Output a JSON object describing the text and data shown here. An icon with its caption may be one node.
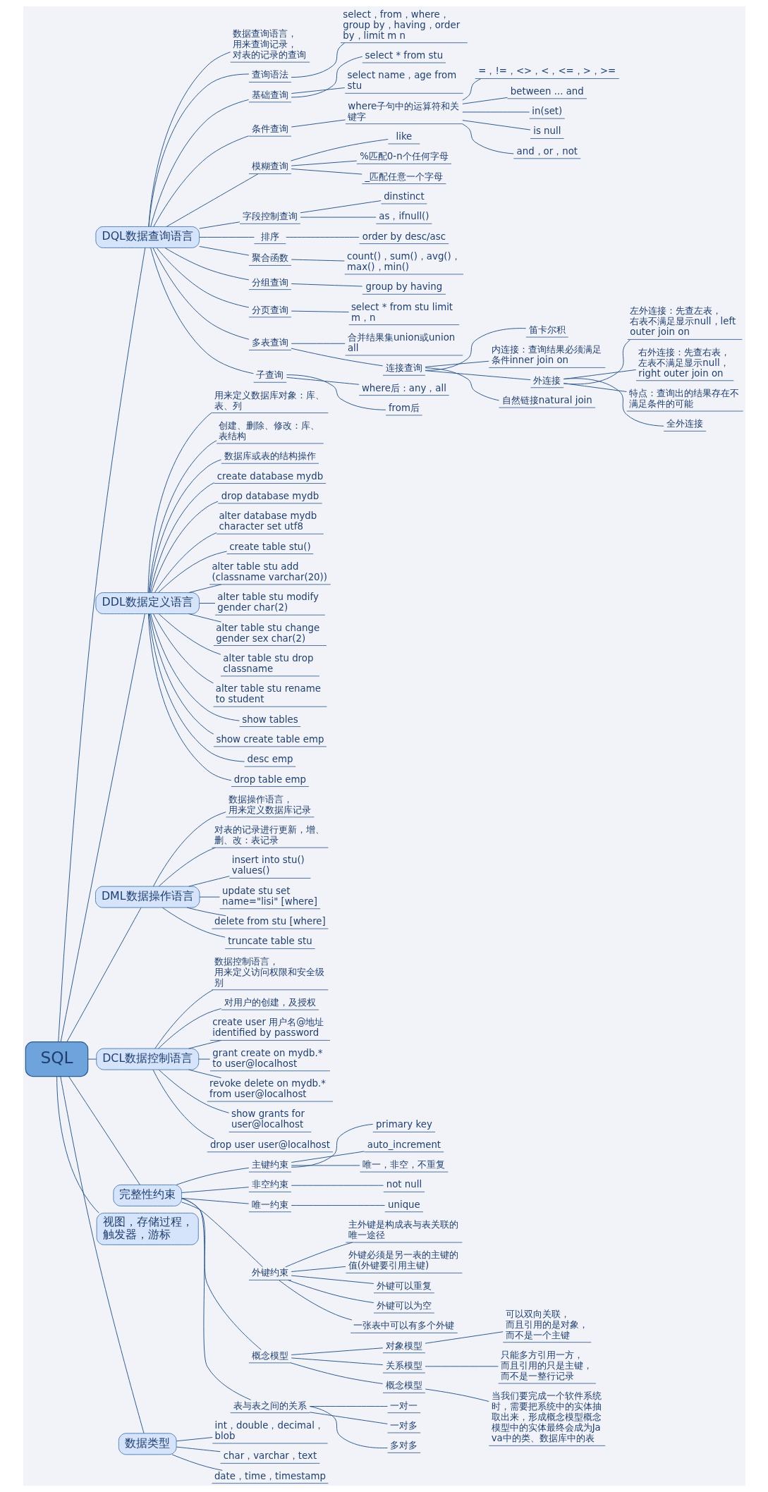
{
  "diagram": {
    "nodes": [
      {
        "text": [
          "SQL"
        ]
      },
      {
        "text": [
          "DQL数据查询语言"
        ]
      },
      {
        "text": [
          "数据查询语言，用来查询记录，对表的记录的查询"
        ]
      },
      {
        "text": [
          "查询语法"
        ]
      },
      {
        "text": [
          "select，from，where，group by，having，order by，limit m n"
        ]
      },
      {
        "text": [
          "基础查询"
        ]
      },
      {
        "text": [
          "select * from stu"
        ]
      },
      {
        "text": [
          "select name，age from stu"
        ]
      },
      {
        "text": [
          "条件查询"
        ]
      },
      {
        "text": [
          "where子句中的运算符和关键字"
        ]
      },
      {
        "text": [
          "=，!=，<>，<，<=，>，>="
        ]
      },
      {
        "text": [
          "between ... and"
        ]
      },
      {
        "text": [
          "in(set)"
        ]
      },
      {
        "text": [
          "is null"
        ]
      },
      {
        "text": [
          "and，or，not"
        ]
      },
      {
        "text": [
          "模糊查询"
        ]
      },
      {
        "text": [
          "like"
        ]
      },
      {
        "text": [
          "%匹配0-n个任何字母"
        ]
      },
      {
        "text": [
          "_匹配任意一个字母"
        ]
      },
      {
        "text": [
          "字段控制查询"
        ]
      },
      {
        "text": [
          "dinstinct"
        ]
      },
      {
        "text": [
          "as，ifnull()"
        ]
      },
      {
        "text": [
          "排序"
        ]
      },
      {
        "text": [
          "order by desc/asc"
        ]
      },
      {
        "text": [
          "聚合函数"
        ]
      },
      {
        "text": [
          "count()，sum()，avg()，max()，min()"
        ]
      },
      {
        "text": [
          "分组查询"
        ]
      },
      {
        "text": [
          "group by having"
        ]
      },
      {
        "text": [
          "分页查询"
        ]
      },
      {
        "text": [
          "select * from stu limit m，n"
        ]
      },
      {
        "text": [
          "多表查询"
        ]
      },
      {
        "text": [
          "合并结果集union或union all"
        ]
      },
      {
        "text": [
          "连接查询"
        ]
      },
      {
        "text": [
          "笛卡尔积"
        ]
      },
      {
        "text": [
          "内连接：查询结果必须满足条件inner join on"
        ]
      },
      {
        "text": [
          "外连接"
        ]
      },
      {
        "text": [
          "左外连接：先查左表，右表不满足显示null，left outer join on"
        ]
      },
      {
        "text": [
          "右外连接：先查右表，左表不满足显示null，right outer join on"
        ]
      },
      {
        "text": [
          "特点：查询出的结果存在不满足条件的可能"
        ]
      },
      {
        "text": [
          "全外连接"
        ]
      },
      {
        "text": [
          "自然链接natural join"
        ]
      },
      {
        "text": [
          "子查询"
        ]
      },
      {
        "text": [
          "where后：any，all"
        ]
      },
      {
        "text": [
          "from后"
        ]
      },
      {
        "text": [
          "DDL数据定义语言"
        ]
      },
      {
        "text": [
          "用来定义数据库对象：库、表、列"
        ]
      },
      {
        "text": [
          "创建、删除、修改：库、表结构"
        ]
      },
      {
        "text": [
          "数据库或表的结构操作"
        ]
      },
      {
        "text": [
          "create database mydb"
        ]
      },
      {
        "text": [
          "drop database mydb"
        ]
      },
      {
        "text": [
          "alter database mydb character set utf8"
        ]
      },
      {
        "text": [
          "create table stu()"
        ]
      },
      {
        "text": [
          "alter table stu add (classname varchar(20))"
        ]
      },
      {
        "text": [
          "alter table stu modify gender char(2)"
        ]
      },
      {
        "text": [
          "alter table stu change gender sex char(2)"
        ]
      },
      {
        "text": [
          "alter table stu drop classname"
        ]
      },
      {
        "text": [
          "alter table stu rename to student"
        ]
      },
      {
        "text": [
          "show tables"
        ]
      },
      {
        "text": [
          "show create table emp"
        ]
      },
      {
        "text": [
          "desc emp"
        ]
      },
      {
        "text": [
          "drop table emp"
        ]
      },
      {
        "text": [
          "DML数据操作语言"
        ]
      },
      {
        "text": [
          "数据操作语言，用来定义数据库记录"
        ]
      },
      {
        "text": [
          "对表的记录进行更新，增、删、改：表记录"
        ]
      },
      {
        "text": [
          "insert into stu() values()"
        ]
      },
      {
        "text": [
          "update stu set name=\"lisi\" [where]"
        ]
      },
      {
        "text": [
          "delete from stu [where]"
        ]
      },
      {
        "text": [
          "truncate table stu"
        ]
      },
      {
        "text": [
          "DCL数据控制语言"
        ]
      },
      {
        "text": [
          "数据控制语言，用来定义访问权限和安全级别"
        ]
      },
      {
        "text": [
          "对用户的创建，及授权"
        ]
      },
      {
        "text": [
          "create user 用户名@地址 identified by password"
        ]
      },
      {
        "text": [
          "grant create on mydb.* to user@localhost"
        ]
      },
      {
        "text": [
          "revoke delete on mydb.* from user@localhost"
        ]
      },
      {
        "text": [
          "show grants for user@localhost"
        ]
      },
      {
        "text": [
          "drop user user@localhost"
        ]
      },
      {
        "text": [
          "完整性约束"
        ]
      },
      {
        "text": [
          "主键约束"
        ]
      },
      {
        "text": [
          "primary key"
        ]
      },
      {
        "text": [
          "auto_increment"
        ]
      },
      {
        "text": [
          "唯一，非空，不重复"
        ]
      },
      {
        "text": [
          "非空约束"
        ]
      },
      {
        "text": [
          "not null"
        ]
      },
      {
        "text": [
          "唯一约束"
        ]
      },
      {
        "text": [
          "unique"
        ]
      },
      {
        "text": [
          "外键约束"
        ]
      },
      {
        "text": [
          "主外键是构成表与表关联的唯一途径"
        ]
      },
      {
        "text": [
          "外键必须是另一表的主键的值(外键要引用主键)"
        ]
      },
      {
        "text": [
          "外键可以重复"
        ]
      },
      {
        "text": [
          "外键可以为空"
        ]
      },
      {
        "text": [
          "一张表中可以有多个外键"
        ]
      },
      {
        "text": [
          "概念模型"
        ]
      },
      {
        "text": [
          "对象模型"
        ]
      },
      {
        "text": [
          "可以双向关联，而且引用的是对象，而不是一个主键"
        ]
      },
      {
        "text": [
          "关系模型"
        ]
      },
      {
        "text": [
          "只能多方引用一方，而且引用的只是主键，而不是一整行记录"
        ]
      },
      {
        "text": [
          "概念模型"
        ]
      },
      {
        "text": [
          "当我们要完成一个软件系统时，需要把系统中的实体抽取出来，形成概念模型概念模型中的实体最终会成为Java中的类、数据库中的表"
        ]
      },
      {
        "text": [
          "表与表之间的关系"
        ]
      },
      {
        "text": [
          "一对一"
        ]
      },
      {
        "text": [
          "一对多"
        ]
      },
      {
        "text": [
          "多对多"
        ]
      },
      {
        "text": [
          "视图，存储过程，触发器，游标"
        ]
      },
      {
        "text": [
          "数据类型"
        ]
      },
      {
        "text": [
          "int，double，decimal，blob"
        ]
      },
      {
        "text": [
          "char，varchar，text"
        ]
      },
      {
        "text": [
          "date，time，timestamp"
        ]
      }
    ],
    "edges": [
      {
        "from": 0,
        "to": 1,
        "arrow": "none"
      },
      {
        "from": 1,
        "to": 2,
        "arrow": "none"
      },
      {
        "from": 1,
        "to": 3,
        "arrow": "none"
      },
      {
        "from": 3,
        "to": 4,
        "arrow": "none"
      },
      {
        "from": 1,
        "to": 5,
        "arrow": "none"
      },
      {
        "from": 5,
        "to": 6,
        "arrow": "none"
      },
      {
        "from": 5,
        "to": 7,
        "arrow": "none"
      },
      {
        "from": 1,
        "to": 8,
        "arrow": "none"
      },
      {
        "from": 8,
        "to": 9,
        "arrow": "none"
      },
      {
        "from": 9,
        "to": 10,
        "arrow": "none"
      },
      {
        "from": 9,
        "to": 11,
        "arrow": "none"
      },
      {
        "from": 9,
        "to": 12,
        "arrow": "none"
      },
      {
        "from": 9,
        "to": 13,
        "arrow": "none"
      },
      {
        "from": 9,
        "to": 14,
        "arrow": "none"
      },
      {
        "from": 1,
        "to": 15,
        "arrow": "none"
      },
      {
        "from": 15,
        "to": 16,
        "arrow": "none"
      },
      {
        "from": 15,
        "to": 17,
        "arrow": "none"
      },
      {
        "from": 15,
        "to": 18,
        "arrow": "none"
      },
      {
        "from": 1,
        "to": 19,
        "arrow": "none"
      },
      {
        "from": 19,
        "to": 20,
        "arrow": "none"
      },
      {
        "from": 19,
        "to": 21,
        "arrow": "none"
      },
      {
        "from": 1,
        "to": 22,
        "arrow": "none"
      },
      {
        "from": 22,
        "to": 23,
        "arrow": "none"
      },
      {
        "from": 1,
        "to": 24,
        "arrow": "none"
      },
      {
        "from": 24,
        "to": 25,
        "arrow": "none"
      },
      {
        "from": 1,
        "to": 26,
        "arrow": "none"
      },
      {
        "from": 26,
        "to": 27,
        "arrow": "none"
      },
      {
        "from": 1,
        "to": 28,
        "arrow": "none"
      },
      {
        "from": 28,
        "to": 29,
        "arrow": "none"
      },
      {
        "from": 1,
        "to": 30,
        "arrow": "none"
      },
      {
        "from": 30,
        "to": 31,
        "arrow": "none"
      },
      {
        "from": 30,
        "to": 32,
        "arrow": "none"
      },
      {
        "from": 32,
        "to": 33,
        "arrow": "none"
      },
      {
        "from": 32,
        "to": 34,
        "arrow": "none"
      },
      {
        "from": 32,
        "to": 35,
        "arrow": "none"
      },
      {
        "from": 35,
        "to": 36,
        "arrow": "none"
      },
      {
        "from": 35,
        "to": 37,
        "arrow": "none"
      },
      {
        "from": 35,
        "to": 38,
        "arrow": "none"
      },
      {
        "from": 35,
        "to": 39,
        "arrow": "none"
      },
      {
        "from": 32,
        "to": 40,
        "arrow": "none"
      },
      {
        "from": 1,
        "to": 41,
        "arrow": "none"
      },
      {
        "from": 41,
        "to": 42,
        "arrow": "none"
      },
      {
        "from": 41,
        "to": 43,
        "arrow": "none"
      },
      {
        "from": 0,
        "to": 44,
        "arrow": "none"
      },
      {
        "from": 44,
        "to": 45,
        "arrow": "none"
      },
      {
        "from": 44,
        "to": 46,
        "arrow": "none"
      },
      {
        "from": 44,
        "to": 47,
        "arrow": "none"
      },
      {
        "from": 44,
        "to": 48,
        "arrow": "none"
      },
      {
        "from": 44,
        "to": 49,
        "arrow": "none"
      },
      {
        "from": 44,
        "to": 50,
        "arrow": "none"
      },
      {
        "from": 44,
        "to": 51,
        "arrow": "none"
      },
      {
        "from": 44,
        "to": 52,
        "arrow": "none"
      },
      {
        "from": 44,
        "to": 53,
        "arrow": "none"
      },
      {
        "from": 44,
        "to": 54,
        "arrow": "none"
      },
      {
        "from": 44,
        "to": 55,
        "arrow": "none"
      },
      {
        "from": 44,
        "to": 56,
        "arrow": "none"
      },
      {
        "from": 44,
        "to": 57,
        "arrow": "none"
      },
      {
        "from": 44,
        "to": 58,
        "arrow": "none"
      },
      {
        "from": 44,
        "to": 59,
        "arrow": "none"
      },
      {
        "from": 44,
        "to": 60,
        "arrow": "none"
      },
      {
        "from": 0,
        "to": 61,
        "arrow": "none"
      },
      {
        "from": 61,
        "to": 62,
        "arrow": "none"
      },
      {
        "from": 61,
        "to": 63,
        "arrow": "none"
      },
      {
        "from": 61,
        "to": 64,
        "arrow": "none"
      },
      {
        "from": 61,
        "to": 65,
        "arrow": "none"
      },
      {
        "from": 61,
        "to": 66,
        "arrow": "none"
      },
      {
        "from": 61,
        "to": 67,
        "arrow": "none"
      },
      {
        "from": 0,
        "to": 68,
        "arrow": "none"
      },
      {
        "from": 68,
        "to": 69,
        "arrow": "none"
      },
      {
        "from": 68,
        "to": 70,
        "arrow": "none"
      },
      {
        "from": 68,
        "to": 71,
        "arrow": "none"
      },
      {
        "from": 68,
        "to": 72,
        "arrow": "none"
      },
      {
        "from": 68,
        "to": 73,
        "arrow": "none"
      },
      {
        "from": 68,
        "to": 74,
        "arrow": "none"
      },
      {
        "from": 68,
        "to": 75,
        "arrow": "none"
      },
      {
        "from": 0,
        "to": 76,
        "arrow": "none"
      },
      {
        "from": 76,
        "to": 77,
        "arrow": "none"
      },
      {
        "from": 77,
        "to": 78,
        "arrow": "none"
      },
      {
        "from": 77,
        "to": 79,
        "arrow": "none"
      },
      {
        "from": 77,
        "to": 80,
        "arrow": "none"
      },
      {
        "from": 76,
        "to": 81,
        "arrow": "none"
      },
      {
        "from": 81,
        "to": 82,
        "arrow": "none"
      },
      {
        "from": 76,
        "to": 83,
        "arrow": "none"
      },
      {
        "from": 83,
        "to": 84,
        "arrow": "none"
      },
      {
        "from": 76,
        "to": 85,
        "arrow": "none"
      },
      {
        "from": 85,
        "to": 86,
        "arrow": "none"
      },
      {
        "from": 85,
        "to": 87,
        "arrow": "none"
      },
      {
        "from": 85,
        "to": 88,
        "arrow": "none"
      },
      {
        "from": 85,
        "to": 89,
        "arrow": "none"
      },
      {
        "from": 85,
        "to": 90,
        "arrow": "none"
      },
      {
        "from": 76,
        "to": 91,
        "arrow": "none"
      },
      {
        "from": 91,
        "to": 92,
        "arrow": "none"
      },
      {
        "from": 92,
        "to": 93,
        "arrow": "none"
      },
      {
        "from": 91,
        "to": 94,
        "arrow": "none"
      },
      {
        "from": 94,
        "to": 95,
        "arrow": "none"
      },
      {
        "from": 91,
        "to": 96,
        "arrow": "none"
      },
      {
        "from": 96,
        "to": 97,
        "arrow": "none"
      },
      {
        "from": 76,
        "to": 98,
        "arrow": "none"
      },
      {
        "from": 98,
        "to": 99,
        "arrow": "none"
      },
      {
        "from": 98,
        "to": 100,
        "arrow": "none"
      },
      {
        "from": 98,
        "to": 101,
        "arrow": "none"
      },
      {
        "from": 0,
        "to": 102,
        "arrow": "none"
      },
      {
        "from": 0,
        "to": 103,
        "arrow": "none"
      },
      {
        "from": 103,
        "to": 104,
        "arrow": "none"
      },
      {
        "from": 103,
        "to": 105,
        "arrow": "none"
      },
      {
        "from": 103,
        "to": 106,
        "arrow": "none"
      }
    ]
  }
}
